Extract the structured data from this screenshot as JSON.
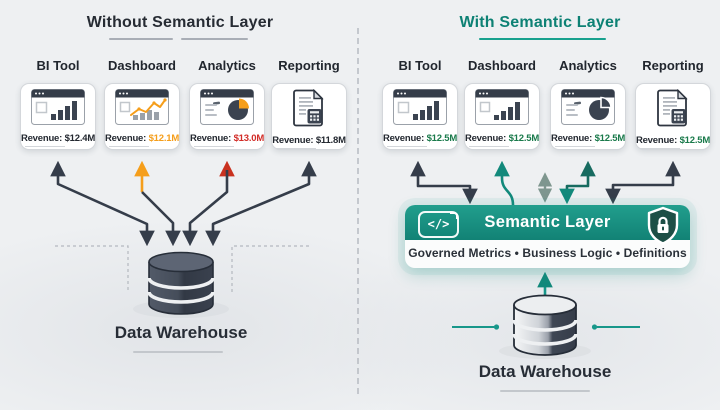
{
  "left": {
    "title": "Without Semantic Layer",
    "tools": [
      {
        "label": "BI Tool",
        "revenue_label": "Revenue:",
        "revenue": "$12.4M",
        "revenue_color": "#232830"
      },
      {
        "label": "Dashboard",
        "revenue_label": "Revenue:",
        "revenue": "$12.1M",
        "revenue_color": "#f59e1b"
      },
      {
        "label": "Analytics",
        "revenue_label": "Revenue:",
        "revenue": "$13.0M",
        "revenue_color": "#d22c27"
      },
      {
        "label": "Reporting",
        "revenue_label": "Revenue:",
        "revenue": "$11.8M",
        "revenue_color": "#232830"
      }
    ],
    "warehouse_label": "Data Warehouse"
  },
  "right": {
    "title": "With Semantic Layer",
    "tools": [
      {
        "label": "BI Tool",
        "revenue_label": "Revenue:",
        "revenue": "$12.5M",
        "revenue_color": "#1a7a4b"
      },
      {
        "label": "Dashboard",
        "revenue_label": "Revenue:",
        "revenue": "$12.5M",
        "revenue_color": "#1a7a4b"
      },
      {
        "label": "Analytics",
        "revenue_label": "Revenue:",
        "revenue": "$12.5M",
        "revenue_color": "#1a7a4b"
      },
      {
        "label": "Reporting",
        "revenue_label": "Revenue:",
        "revenue": "$12.5M",
        "revenue_color": "#1a7a4b"
      }
    ],
    "semantic_layer": {
      "title": "Semantic Layer",
      "code_glyph": "</>",
      "subtitle": "Governed Metrics  •  Business Logic  •  Definitions"
    },
    "warehouse_label": "Data Warehouse"
  },
  "colors": {
    "accent_teal": "#14897b",
    "inconsistent_orange": "#f59e1b",
    "inconsistent_red": "#d22c27",
    "consistent_green": "#1a7a4b",
    "arrow_dark": "#353d4a"
  }
}
